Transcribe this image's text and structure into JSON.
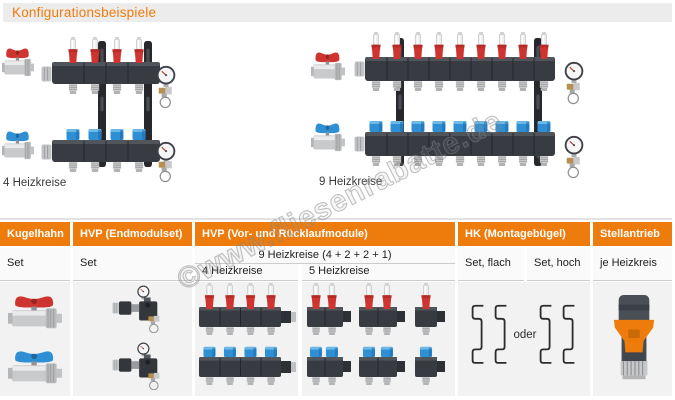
{
  "page_title": "Konfigurationsbeispiele",
  "watermark": "©www.fliesenrabatte.de",
  "examples": {
    "left_label": "4 Heizkreise",
    "right_label": "9 Heizkreise"
  },
  "table": {
    "col1": {
      "header": "Kugelhahn",
      "sub": "Set"
    },
    "col2": {
      "header": "HVP (Endmodulset)",
      "sub": "Set"
    },
    "col3": {
      "header": "HVP (Vor- und Rücklaufmodule)",
      "span_label": "9 Heizkreise (4 + 2 + 2 + 1)",
      "sub_left": "4 Heizkreise",
      "sub_right": "5 Heizkreise"
    },
    "col4": {
      "header": "HK (Montagebügel)",
      "sub_left": "Set, flach",
      "sub_right": "Set, hoch",
      "cell_label": "oder"
    },
    "col5": {
      "header": "Stellantrieb",
      "sub": "je Heizkreis"
    }
  },
  "colors": {
    "accent": "#ee7c0d",
    "red": "#cf3530",
    "blue": "#2e8fd5"
  }
}
